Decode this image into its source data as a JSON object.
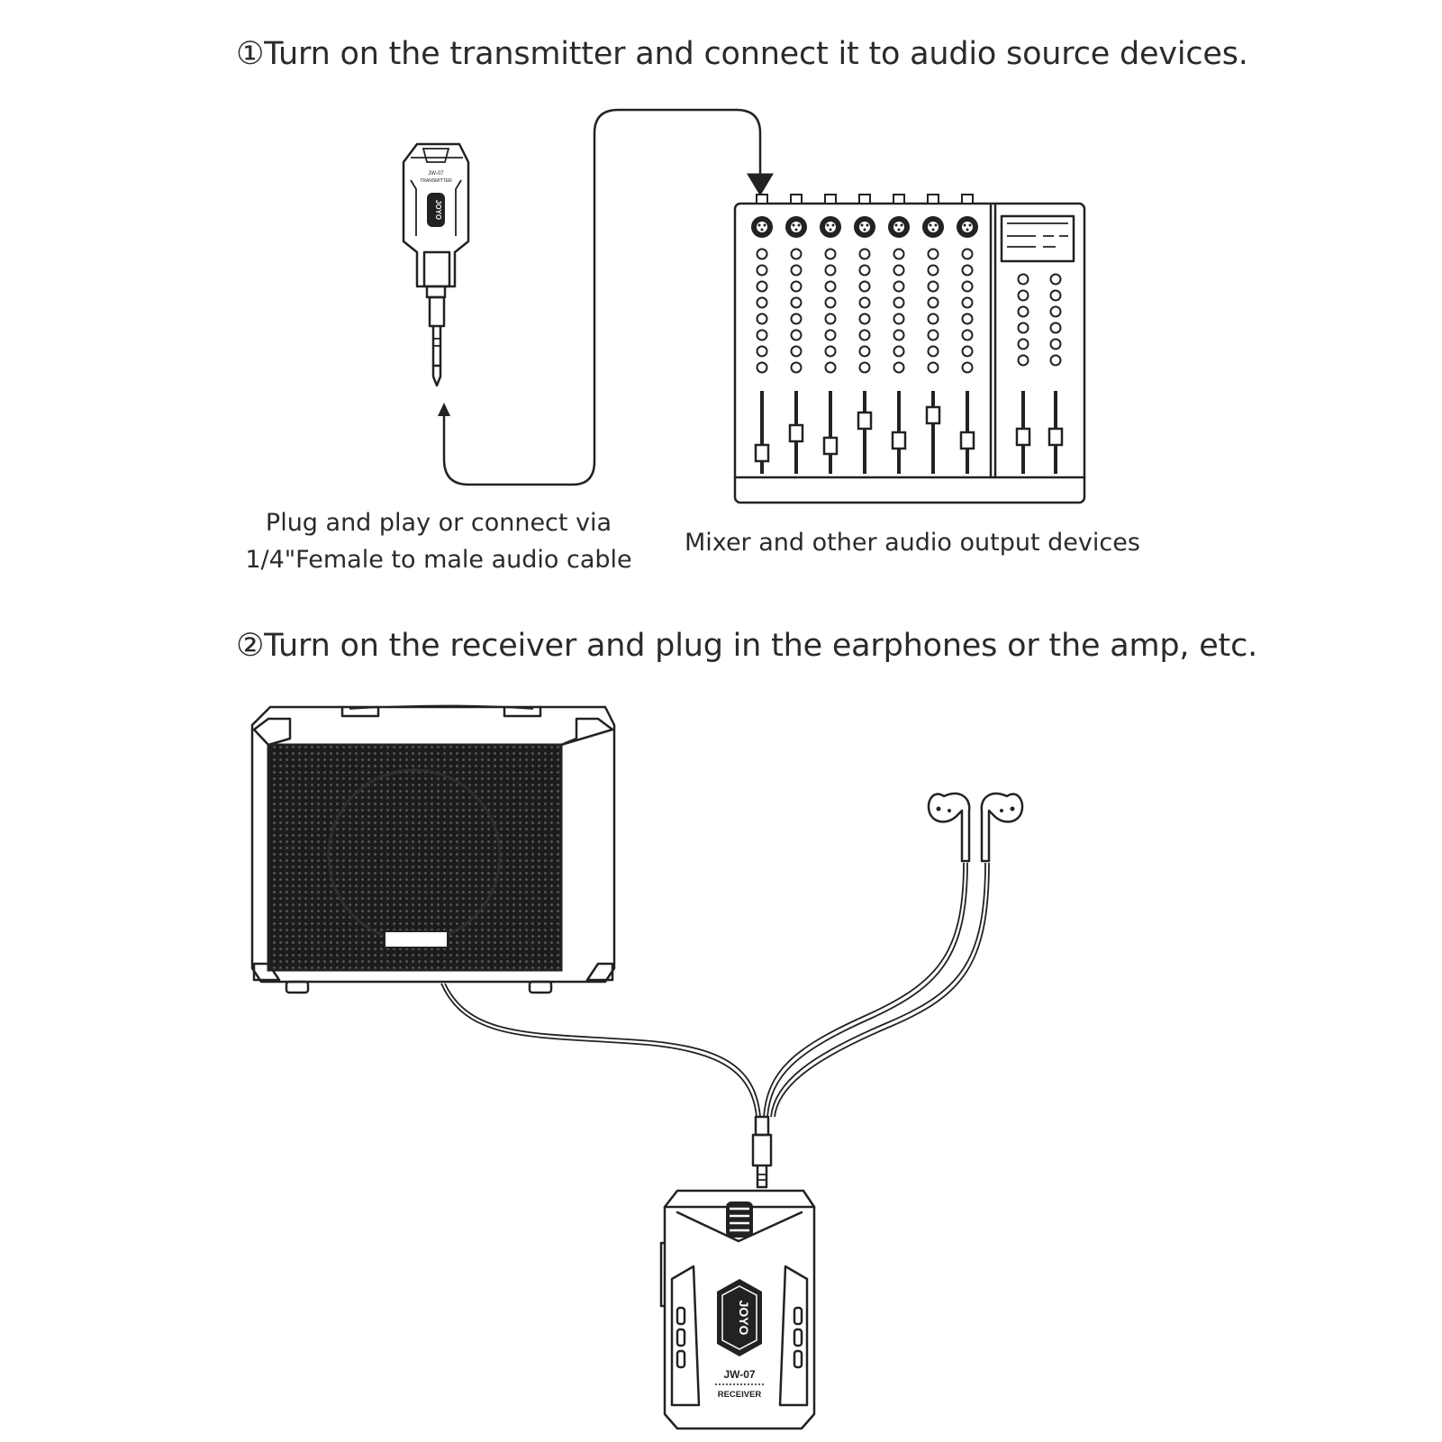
{
  "steps": [
    {
      "title": "①Turn on the transmitter and connect it to audio source devices."
    },
    {
      "title": "②Turn on the receiver and plug in the earphones or the amp, etc."
    }
  ],
  "captions": {
    "transmitter_line1": "Plug and play or connect via",
    "transmitter_line2": "1/4\"Female to male audio cable",
    "mixer": "Mixer and other audio output devices"
  },
  "transmitter": {
    "brand": "JOYO",
    "model": "JW-07",
    "type": "TRANSMITTER"
  },
  "receiver": {
    "brand": "JOYO",
    "model": "JW-07",
    "type": "RECEIVER"
  },
  "icons": [
    "transmitter-icon",
    "mixer-icon",
    "amplifier-icon",
    "earphones-icon",
    "receiver-icon",
    "arrow-icon"
  ]
}
